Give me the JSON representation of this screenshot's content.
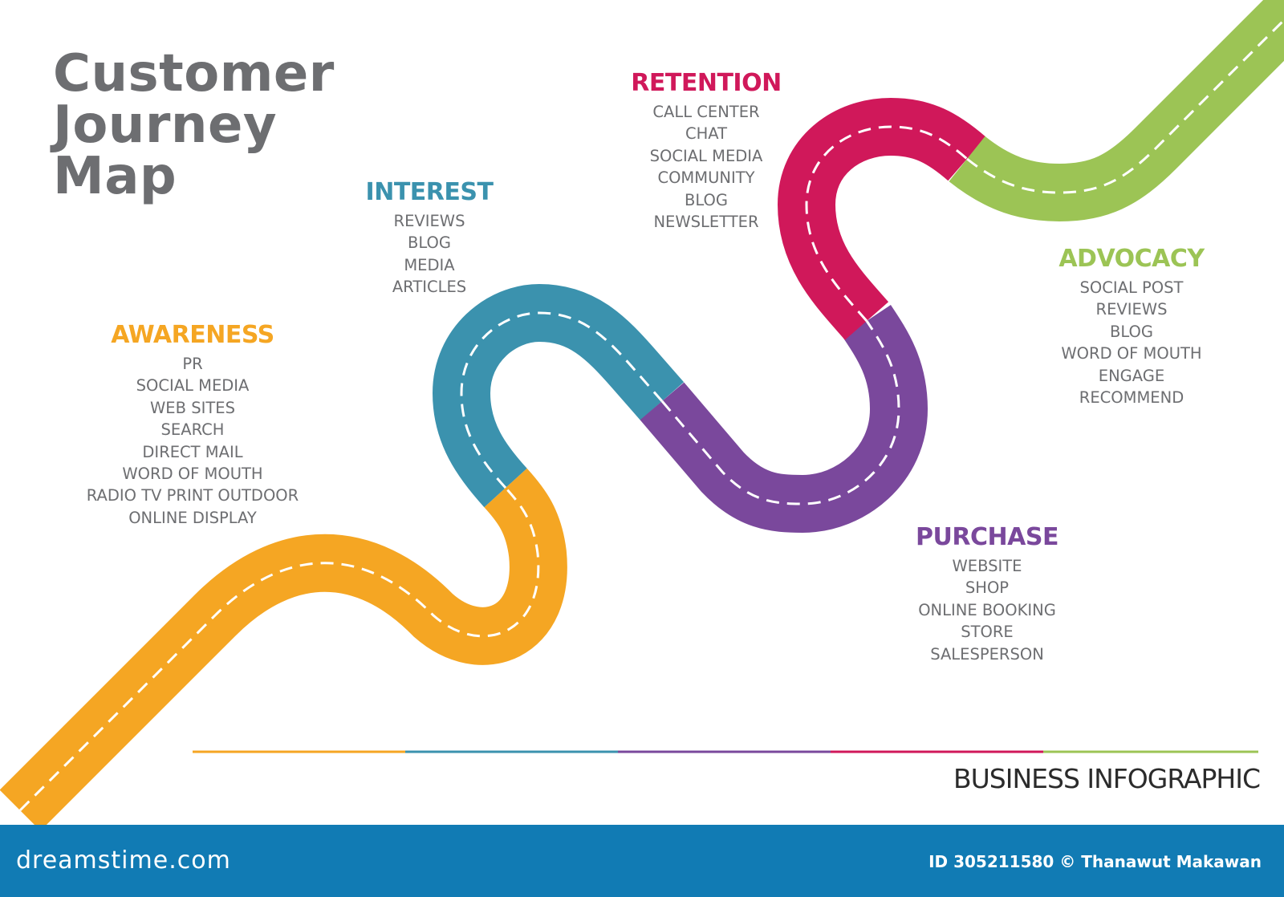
{
  "title_lines": [
    "Customer",
    "Journey",
    "Map"
  ],
  "colors": {
    "awareness": "#f5a623",
    "interest": "#3b92ae",
    "purchase": "#7a489c",
    "retention": "#d0185a",
    "advocacy": "#9cc455",
    "title_gray": "#6d6e71",
    "footer_blue": "#117bb4"
  },
  "stages": {
    "awareness": {
      "title": "AWARENESS",
      "color": "#f5a623",
      "items": [
        "PR",
        "SOCIAL MEDIA",
        "WEB SITES",
        "SEARCH",
        "DIRECT MAIL",
        "WORD OF MOUTH",
        "RADIO TV PRINT OUTDOOR",
        "ONLINE DISPLAY"
      ]
    },
    "interest": {
      "title": "INTEREST",
      "color": "#3b92ae",
      "items": [
        "REVIEWS",
        "BLOG",
        "MEDIA",
        "ARTICLES"
      ]
    },
    "retention": {
      "title": "RETENTION",
      "color": "#d0185a",
      "items": [
        "CALL CENTER",
        "CHAT",
        "SOCIAL MEDIA",
        "COMMUNITY",
        "BLOG",
        "NEWSLETTER"
      ]
    },
    "advocacy": {
      "title": "ADVOCACY",
      "color": "#9cc455",
      "items": [
        "SOCIAL POST",
        "REVIEWS",
        "BLOG",
        "WORD OF MOUTH",
        "ENGAGE",
        "RECOMMEND"
      ]
    },
    "purchase": {
      "title": "PURCHASE",
      "color": "#7a489c",
      "items": [
        "WEBSITE",
        "SHOP",
        "ONLINE BOOKING",
        "STORE",
        "SALESPERSON"
      ]
    }
  },
  "caption": "BUSINESS INFOGRAPHIC",
  "footer": {
    "brand": "dreamstime.com",
    "credit": "ID 305211580 © Thanawut Makawan"
  }
}
